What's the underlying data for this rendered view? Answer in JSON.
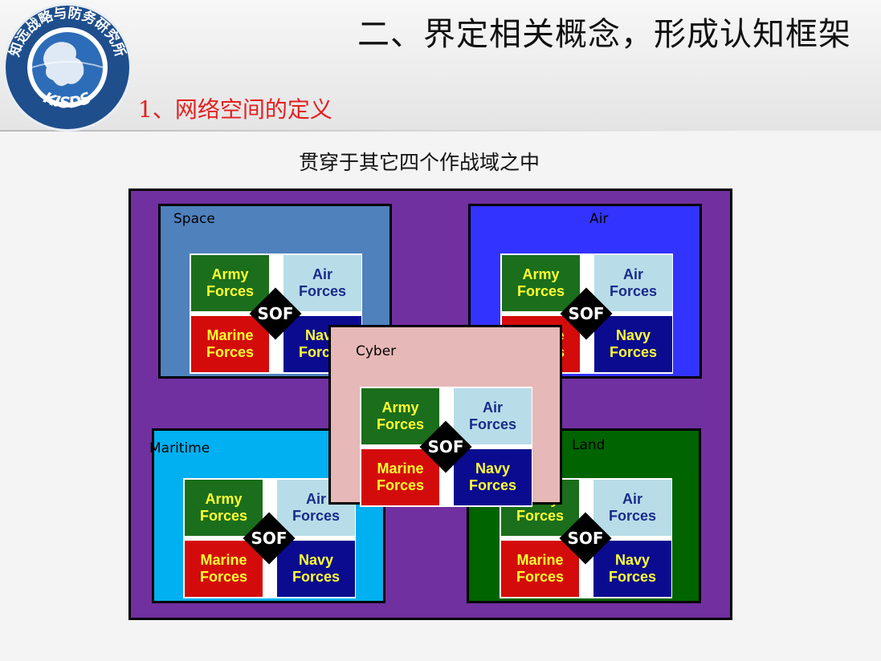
{
  "header": {
    "title": "二、界定相关概念，形成认知框架",
    "section": "1、网络空间的定义",
    "logo": {
      "arc_text": "知远战略与防务研究所",
      "acronym": "KISDS"
    }
  },
  "caption": "贯穿于其它四个作战域之中",
  "colors": {
    "outer": "#7030a0",
    "space": "#4f81bd",
    "air": "#3333ff",
    "cyber": "#e6b8b7",
    "maritime": "#00b0f0",
    "land": "#006400"
  },
  "domains": {
    "space": {
      "label": "Space",
      "cells": {
        "army": "Army\nForces",
        "air": "Air\nForces",
        "marine": "Marine\nForces",
        "navy": "Navy\nForces"
      },
      "sof": "SOF"
    },
    "air": {
      "label": "Air",
      "cells": {
        "army": "Army\nForces",
        "air": "Air\nForces",
        "marine": "Marine\nForces",
        "navy": "Navy\nForces"
      },
      "sof": "SOF"
    },
    "maritime": {
      "label": "Maritime",
      "cells": {
        "army": "Army\nForces",
        "air": "Air\nForces",
        "marine": "Marine\nForces",
        "navy": "Navy\nForces"
      },
      "sof": "SOF"
    },
    "land": {
      "label": "Land",
      "cells": {
        "army": "Army\nForces",
        "air": "Air\nForces",
        "marine": "Marine\nForces",
        "navy": "Navy\nForces"
      },
      "sof": "SOF"
    },
    "cyber": {
      "label": "Cyber",
      "cells": {
        "army": "Army\nForces",
        "air": "Air\nForces",
        "marine": "Marine\nForces",
        "navy": "Navy\nForces"
      },
      "sof": "SOF"
    }
  }
}
